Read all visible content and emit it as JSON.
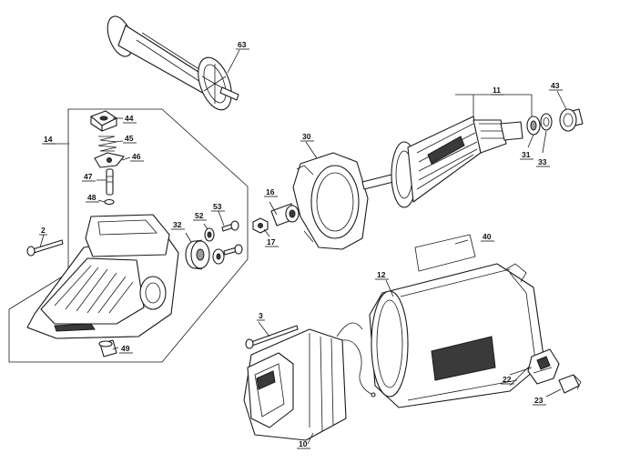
{
  "diagram": {
    "callouts": [
      {
        "id": "c63",
        "label": "63"
      },
      {
        "id": "c11",
        "label": "11"
      },
      {
        "id": "c43",
        "label": "43"
      },
      {
        "id": "c14",
        "label": "14"
      },
      {
        "id": "c44",
        "label": "44"
      },
      {
        "id": "c45",
        "label": "45"
      },
      {
        "id": "c46",
        "label": "46"
      },
      {
        "id": "c47",
        "label": "47"
      },
      {
        "id": "c48",
        "label": "48"
      },
      {
        "id": "c30",
        "label": "30"
      },
      {
        "id": "c31",
        "label": "31"
      },
      {
        "id": "c33",
        "label": "33"
      },
      {
        "id": "c16",
        "label": "16"
      },
      {
        "id": "c17",
        "label": "17"
      },
      {
        "id": "c53",
        "label": "53"
      },
      {
        "id": "c52",
        "label": "52"
      },
      {
        "id": "c32",
        "label": "32"
      },
      {
        "id": "c2",
        "label": "2"
      },
      {
        "id": "c40",
        "label": "40"
      },
      {
        "id": "c12",
        "label": "12"
      },
      {
        "id": "c3",
        "label": "3"
      },
      {
        "id": "c49",
        "label": "49"
      },
      {
        "id": "c22",
        "label": "22"
      },
      {
        "id": "c23",
        "label": "23"
      },
      {
        "id": "c10",
        "label": "10"
      }
    ]
  }
}
